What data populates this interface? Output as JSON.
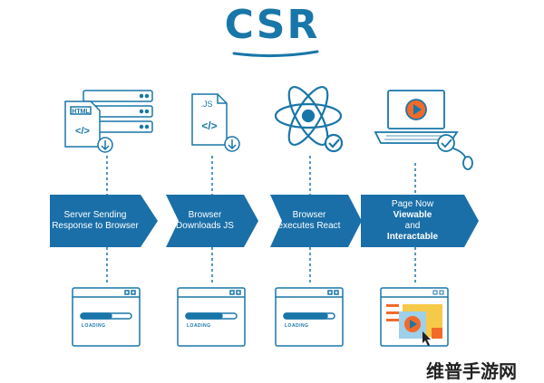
{
  "title": "CSR",
  "steps": [
    {
      "line1": "Server Sending",
      "line2": "Response to Browser"
    },
    {
      "line1": "Browser",
      "line2": "Downloads JS"
    },
    {
      "line1": "Browser",
      "line2": "executes React"
    },
    {
      "line1": "Page Now ",
      "bold1": "Viewable",
      "line2": "and ",
      "bold2": "Interactable"
    }
  ],
  "icons": [
    "html-document-server-icon",
    "js-document-download-icon",
    "react-atom-check-icon",
    "laptop-video-check-icon"
  ],
  "screens": [
    {
      "label": "LOADING"
    },
    {
      "label": "LOADING"
    },
    {
      "label": "LOADING"
    },
    {
      "label": ""
    }
  ],
  "doc_labels": {
    "html": "HTML",
    "js": ".JS",
    "code": "</>"
  },
  "watermark": "维普手游网",
  "colors": {
    "primary": "#1976a9",
    "band": "#1a6fa8",
    "accent_orange": "#f26a2a",
    "accent_yellow": "#f7c948"
  }
}
